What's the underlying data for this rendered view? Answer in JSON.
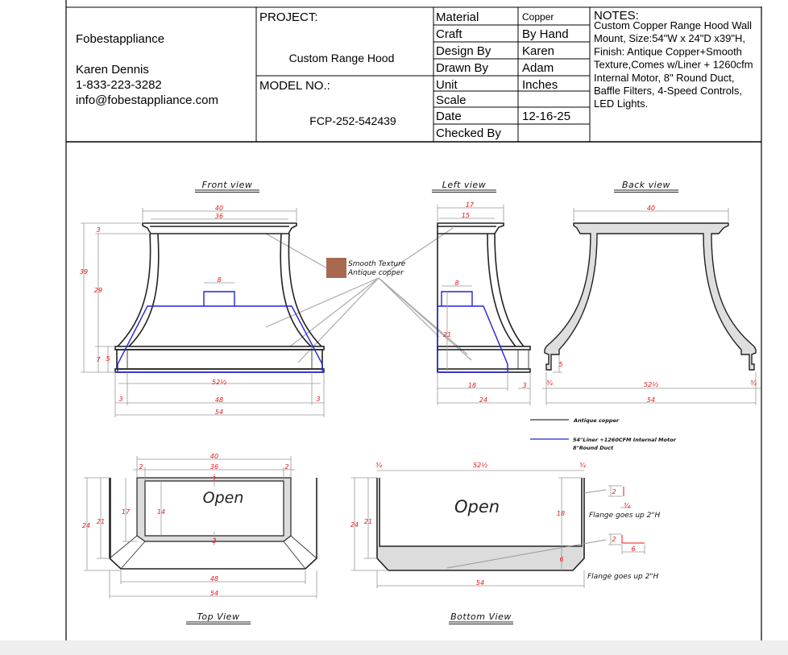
{
  "company": {
    "name": "Fobestappliance",
    "contact": "Karen Dennis",
    "phone": "1-833-223-3282",
    "email": "info@fobestappliance.com"
  },
  "project": {
    "label": "PROJECT:",
    "value": "Custom Range Hood"
  },
  "model": {
    "label": "MODEL NO.:",
    "value": "FCP-252-542439"
  },
  "specs": [
    {
      "label": "Material",
      "value": "Copper"
    },
    {
      "label": "Craft",
      "value": "By Hand"
    },
    {
      "label": "Design By",
      "value": "Karen"
    },
    {
      "label": "Drawn By",
      "value": "Adam"
    },
    {
      "label": "Unit",
      "value": "Inches"
    },
    {
      "label": "Scale",
      "value": ""
    },
    {
      "label": "Date",
      "value": "12-16-25"
    },
    {
      "label": "Checked By",
      "value": ""
    }
  ],
  "notes": {
    "label": "NOTES:",
    "lines": [
      "Custom Copper Range Hood Wall",
      "Mount, Size:54\"W x 24\"D x39\"H,",
      "Finish: Antique Copper+Smooth",
      "Texture,Comes w/Liner + 1260cfm",
      "Internal Motor, 8\" Round Duct,",
      "Baffle Filters, 4-Speed Controls,",
      "LED Lights."
    ]
  },
  "views": {
    "front": {
      "title": "Front view",
      "dims": [
        "40",
        "36",
        "3",
        "39",
        "29",
        "8",
        "7",
        "5",
        "52½",
        "3",
        "48",
        "3",
        "54"
      ]
    },
    "left": {
      "title": "Left view",
      "dims": [
        "17",
        "15",
        "8",
        "21",
        "18",
        "3",
        "24"
      ]
    },
    "back": {
      "title": "Back view",
      "dims": [
        "40",
        "5",
        "¾",
        "52½",
        "¾",
        "54"
      ]
    },
    "top": {
      "title": "Top View",
      "open_label": "Open",
      "dims": [
        "40",
        "2",
        "36",
        "2",
        "1",
        "2",
        "24",
        "21",
        "17",
        "14",
        "48",
        "54"
      ]
    },
    "bottom": {
      "title": "Bottom View",
      "open_label": "Open",
      "dims": [
        "¾",
        "52½",
        "¾",
        "24",
        "21",
        "18",
        "6",
        "54",
        "2",
        "¾",
        "2",
        "6"
      ],
      "flange_notes": [
        "Flange goes up 2\"H",
        "Flange goes up 2\"H"
      ]
    }
  },
  "finish_callout": {
    "lines": [
      "Smooth Texture",
      "Antique copper"
    ],
    "swatch_color": "#a9694f"
  },
  "legend": [
    {
      "label": "Antique copper",
      "color": "#333333"
    },
    {
      "label": "54\"Liner +1260CFM Internal Motor",
      "label2": "8\"Round Duct",
      "color": "#2222dd"
    }
  ]
}
